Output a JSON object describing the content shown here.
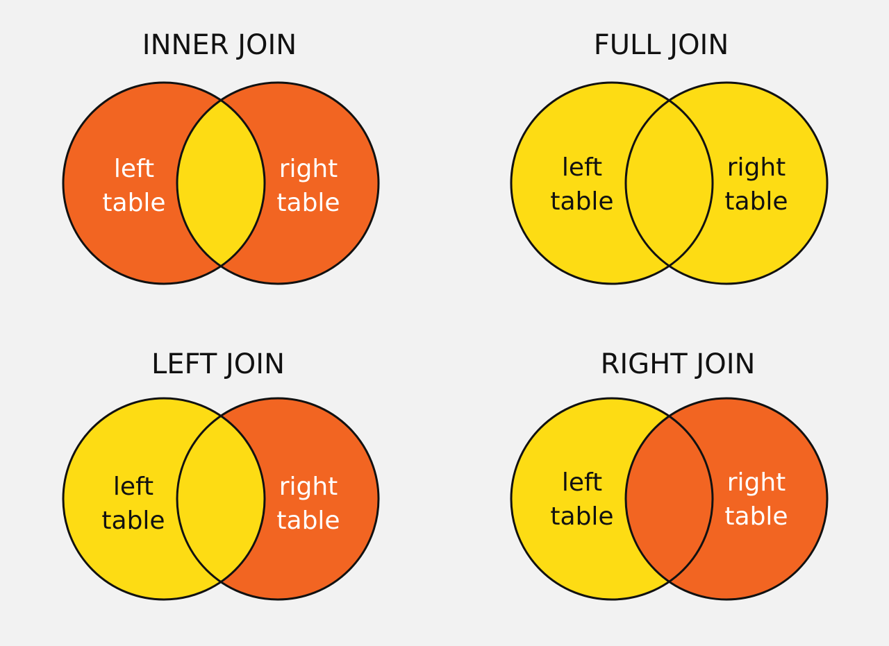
{
  "colors": {
    "background": "#f2f2f2",
    "included": "#fddc14",
    "excluded": "#f26522",
    "outline": "#111111",
    "label_on_included": "#111111",
    "label_on_excluded": "#ffffff"
  },
  "panels": [
    {
      "title": "INNER JOIN",
      "left_label": [
        "left",
        "table"
      ],
      "right_label": [
        "right",
        "table"
      ],
      "left_only": "excluded",
      "overlap": "included",
      "right_only": "excluded"
    },
    {
      "title": "FULL JOIN",
      "left_label": [
        "left",
        "table"
      ],
      "right_label": [
        "right",
        "table"
      ],
      "left_only": "included",
      "overlap": "included",
      "right_only": "included"
    },
    {
      "title": "LEFT JOIN",
      "left_label": [
        "left",
        "table"
      ],
      "right_label": [
        "right",
        "table"
      ],
      "left_only": "included",
      "overlap": "included",
      "right_only": "excluded"
    },
    {
      "title": "RIGHT JOIN",
      "left_label": [
        "left",
        "table"
      ],
      "right_label": [
        "right",
        "table"
      ],
      "left_only": "included",
      "overlap": "excluded",
      "right_only": "excluded"
    }
  ]
}
